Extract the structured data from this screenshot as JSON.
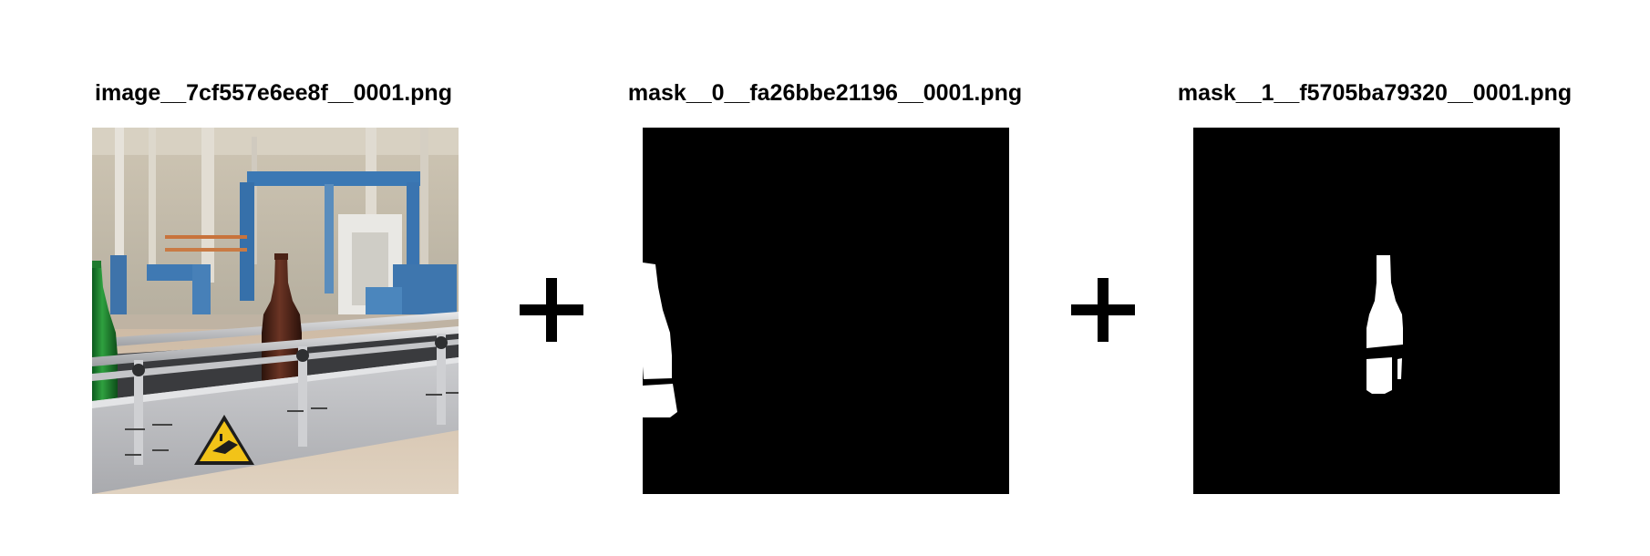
{
  "panels": [
    {
      "title": "image__7cf557e6ee8f__0001.png"
    },
    {
      "title": "mask__0__fa26bbe21196__0001.png"
    },
    {
      "title": "mask__1__f5705ba79320__0001.png"
    }
  ],
  "colors": {
    "mask_background": "#000000",
    "mask_foreground": "#ffffff",
    "warning_yellow": "#f2c318"
  },
  "separators": [
    "plus-icon",
    "plus-icon"
  ]
}
